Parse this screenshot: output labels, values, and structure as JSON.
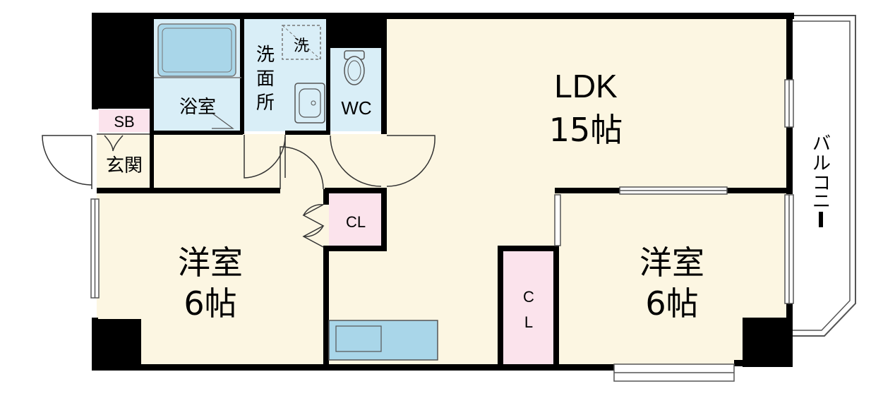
{
  "rooms": {
    "ldk": {
      "name": "LDK",
      "size": "15帖"
    },
    "western_left": {
      "name": "洋室",
      "size": "6帖"
    },
    "western_right": {
      "name": "洋室",
      "size": "6帖"
    },
    "bath": "浴室",
    "washroom": [
      "洗",
      "面",
      "所"
    ],
    "washer": "洗",
    "wc": "WC",
    "shoe_box": "SB",
    "entrance": "玄関",
    "closet_hall": "CL",
    "closet_right": [
      "C",
      "L"
    ],
    "balcony": [
      "バ",
      "ル",
      "コ",
      "ニ",
      "ー"
    ]
  },
  "colors": {
    "wall": "#000000",
    "floor_living": "#fcf6e2",
    "floor_wet": "#d9eef7",
    "floor_closet": "#fbe3ec",
    "fixture": "#a9d6e9"
  }
}
